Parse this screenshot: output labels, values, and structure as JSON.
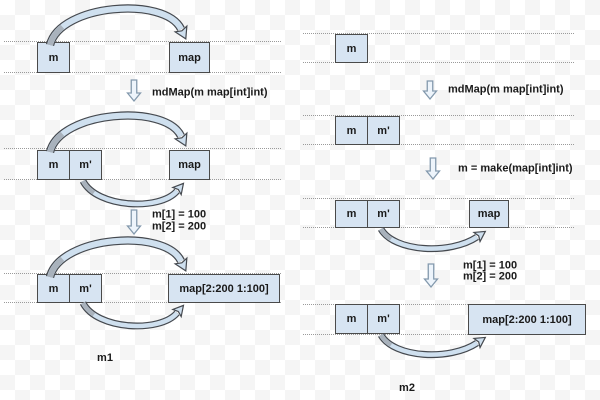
{
  "colors": {
    "box_fill": "#d7e4f2",
    "box_border": "#4a4a4a",
    "arrow_fill": "#cfe0ef",
    "arrow_stroke": "#45494f",
    "arrow_tail": "#a9b2bc",
    "down_arrow_fill": "#edf4fb",
    "down_arrow_stroke": "#8399ad",
    "dotted_line": "#9a9a9a",
    "text": "#1a1a1a",
    "checker_light": "#ffffff",
    "checker_dark": "#f5f5f5"
  },
  "m1": {
    "caption": "m1",
    "labels": {
      "m": "m",
      "m_prime": "m'",
      "map": "map",
      "map_final": "map[2:200 1:100]"
    },
    "steps": {
      "step1": "mdMap(m map[int]int)",
      "step2_line1": "m[1] = 100",
      "step2_line2": "m[2] = 200"
    }
  },
  "m2": {
    "caption": "m2",
    "labels": {
      "m": "m",
      "m_prime": "m'",
      "map": "map",
      "map_final": "map[2:200 1:100]"
    },
    "steps": {
      "step1": "mdMap(m map[int]int)",
      "step2": "m = make(map[int]int)",
      "step3_line1": "m[1] = 100",
      "step3_line2": "m[2] = 200"
    }
  }
}
